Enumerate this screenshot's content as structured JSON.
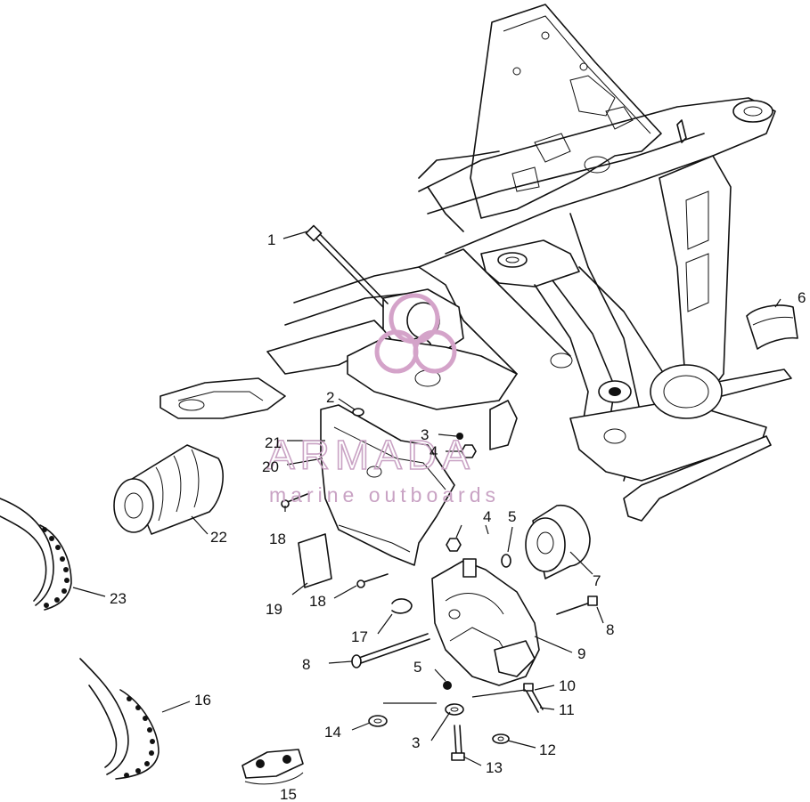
{
  "diagram": {
    "callouts": [
      {
        "id": "c1",
        "text": "1"
      },
      {
        "id": "c2",
        "text": "2"
      },
      {
        "id": "c3a",
        "text": "3"
      },
      {
        "id": "c3b",
        "text": "3"
      },
      {
        "id": "c4a",
        "text": "4"
      },
      {
        "id": "c4b",
        "text": "4"
      },
      {
        "id": "c5a",
        "text": "5"
      },
      {
        "id": "c5b",
        "text": "5"
      },
      {
        "id": "c6",
        "text": "6"
      },
      {
        "id": "c7",
        "text": "7"
      },
      {
        "id": "c8a",
        "text": "8"
      },
      {
        "id": "c8b",
        "text": "8"
      },
      {
        "id": "c9",
        "text": "9"
      },
      {
        "id": "c10",
        "text": "10"
      },
      {
        "id": "c11",
        "text": "11"
      },
      {
        "id": "c12",
        "text": "12"
      },
      {
        "id": "c13",
        "text": "13"
      },
      {
        "id": "c14",
        "text": "14"
      },
      {
        "id": "c15",
        "text": "15"
      },
      {
        "id": "c16",
        "text": "16"
      },
      {
        "id": "c17",
        "text": "17"
      },
      {
        "id": "c18a",
        "text": "18"
      },
      {
        "id": "c18b",
        "text": "18"
      },
      {
        "id": "c19",
        "text": "19"
      },
      {
        "id": "c20",
        "text": "20"
      },
      {
        "id": "c21",
        "text": "21"
      },
      {
        "id": "c22",
        "text": "22"
      },
      {
        "id": "c23",
        "text": "23"
      }
    ]
  },
  "watermark": {
    "brand": "ARMADA",
    "tagline": "marine outboards",
    "color": "#c9a3c4"
  }
}
